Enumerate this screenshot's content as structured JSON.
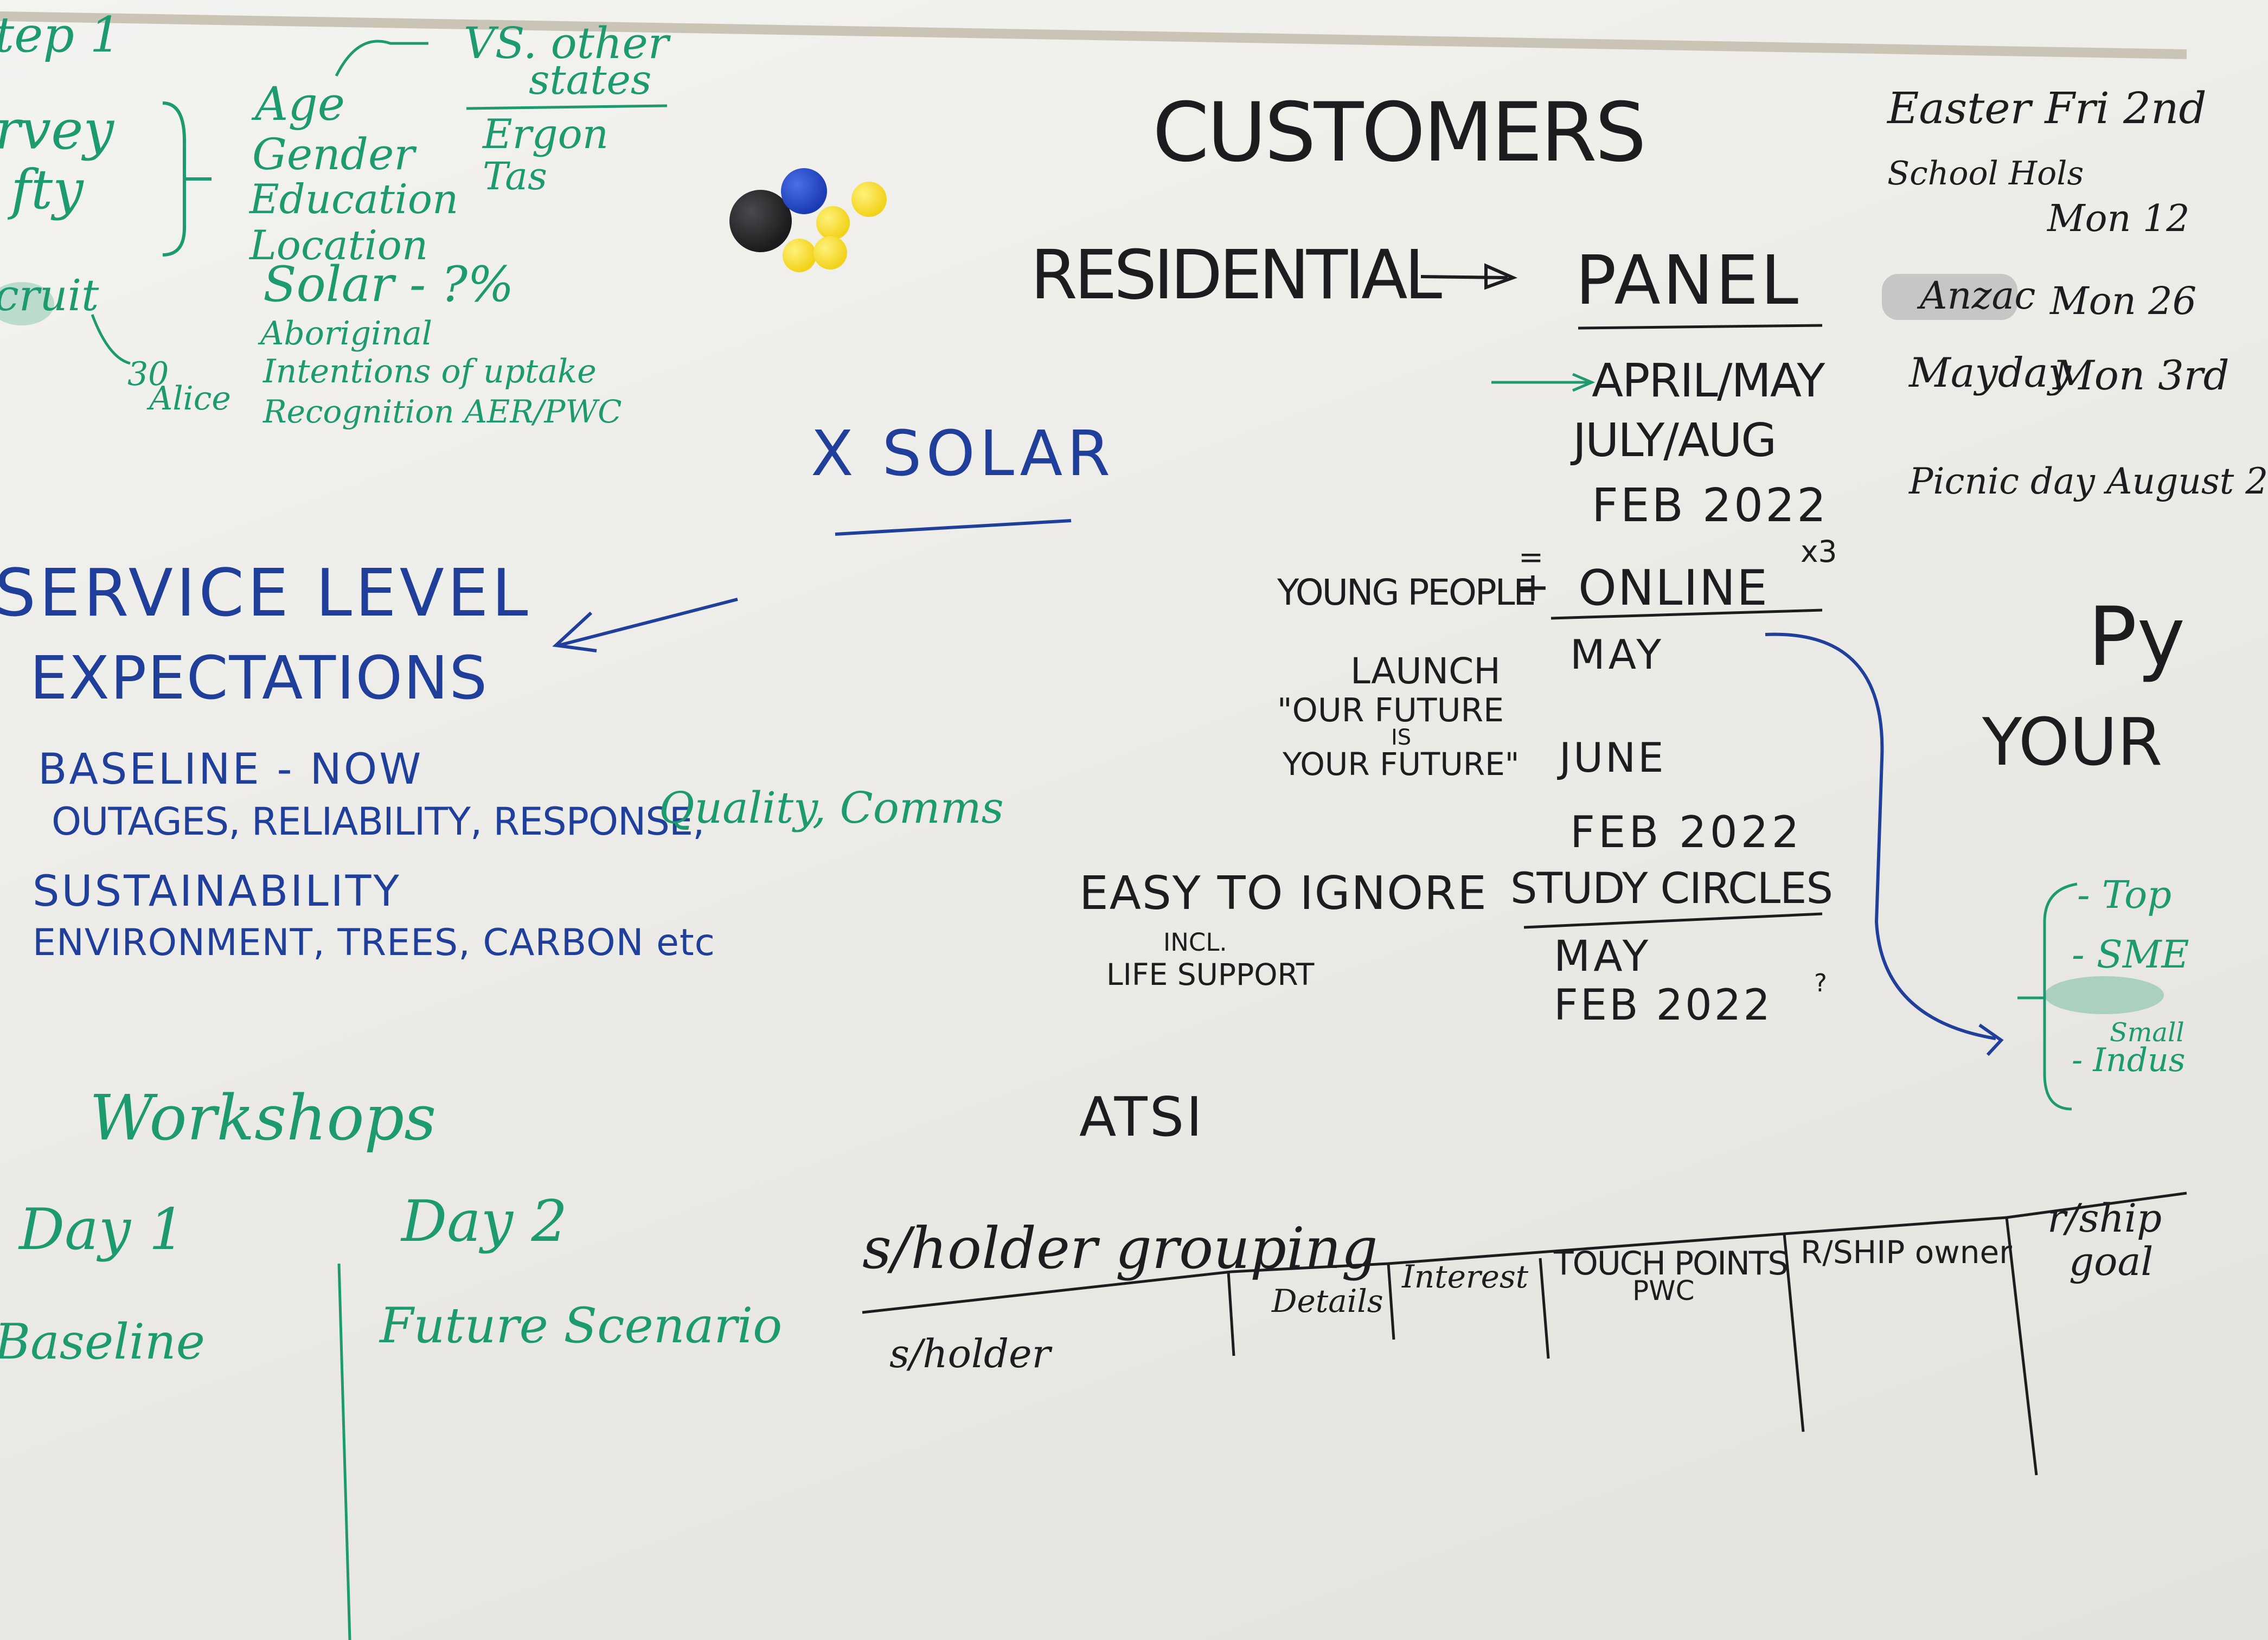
{
  "green_top_left": {
    "step": "tep 1",
    "survey": "rvey",
    "fty": "fty",
    "cruit": "cruit",
    "alice_num": "30",
    "alice": "Alice",
    "age": "Age",
    "gender": "Gender",
    "education": "Education",
    "location": "Location",
    "solar": "Solar - ?%",
    "aboriginal": "Aboriginal",
    "intentions": "Intentions of uptake",
    "recognition": "Recognition AER/PWC",
    "vs_other": "VS. other",
    "states": "states",
    "ergon": "Ergon",
    "tas": "Tas"
  },
  "top_center": {
    "customers": "CUSTOMERS",
    "residential": "RESIDENTIAL",
    "panel": "PANEL",
    "april_may": "APRIL/MAY",
    "july_aug": "JULY/AUG",
    "feb_2022_a": "FEB 2022",
    "x_solar": "X SOLAR"
  },
  "calendar": {
    "easter": "Easter Fri 2nd",
    "school_hols": "School Hols",
    "mon12": "Mon 12",
    "anzac": "Anzac",
    "mon26": "Mon 26",
    "mayday": "Mayday",
    "mon3rd": "Mon 3rd",
    "picnic": "Picnic day August 2",
    "py": "Py",
    "your": "YOUR"
  },
  "online": {
    "young_people": "YOUNG PEOPLE",
    "eq": "=",
    "plus": "+",
    "online": "ONLINE",
    "x3": "x3",
    "may": "MAY",
    "launch": "LAUNCH",
    "our_future": "\"OUR FUTURE",
    "is": "IS",
    "your_future": "YOUR FUTURE\"",
    "june": "JUNE",
    "feb_2022_b": "FEB 2022"
  },
  "study": {
    "easy_to_ignore": "EASY TO IGNORE",
    "incl": "INCL.",
    "life_support": "LIFE SUPPORT",
    "study_circles": "STUDY CIRCLES",
    "may": "MAY",
    "feb_2022_c": "FEB 2022",
    "q": "?",
    "ats1": "ATSI"
  },
  "right_list": {
    "top": "- Top",
    "sme": "- SME",
    "small": "Small",
    "indus": "- Indus"
  },
  "service": {
    "service_level": "SERVICE LEVEL",
    "expectations": "EXPECTATIONS",
    "baseline_now": "BASELINE - NOW",
    "outages": "OUTAGES, RELIABILITY, RESPONSE,",
    "quality": "Quality, Comms",
    "sustainability": "SUSTAINABILITY",
    "environment": "ENVIRONMENT, TREES, CARBON etc"
  },
  "workshops": {
    "title": "Workshops",
    "day1": "Day 1",
    "day2": "Day 2",
    "baseline": "Baseline",
    "future": "Future Scenario"
  },
  "table": {
    "grouping": "s/holder grouping",
    "sholder": "s/holder",
    "details": "Details",
    "interest": "Interest",
    "touch_points": "TOUCH POINTS",
    "pwc": "PWC",
    "rship_owner": "R/SHIP owner",
    "rship_goal": "r/ship",
    "goal": "goal"
  },
  "colors": {
    "board": "#efeeea",
    "black_marker": "#1d1d1f",
    "blue_marker": "#1f3f9a",
    "green_marker": "#1d9a6f",
    "magnet_black": "#1b1b1e",
    "magnet_blue": "#1a3bb5",
    "magnet_yellow": "#f2d21a"
  }
}
